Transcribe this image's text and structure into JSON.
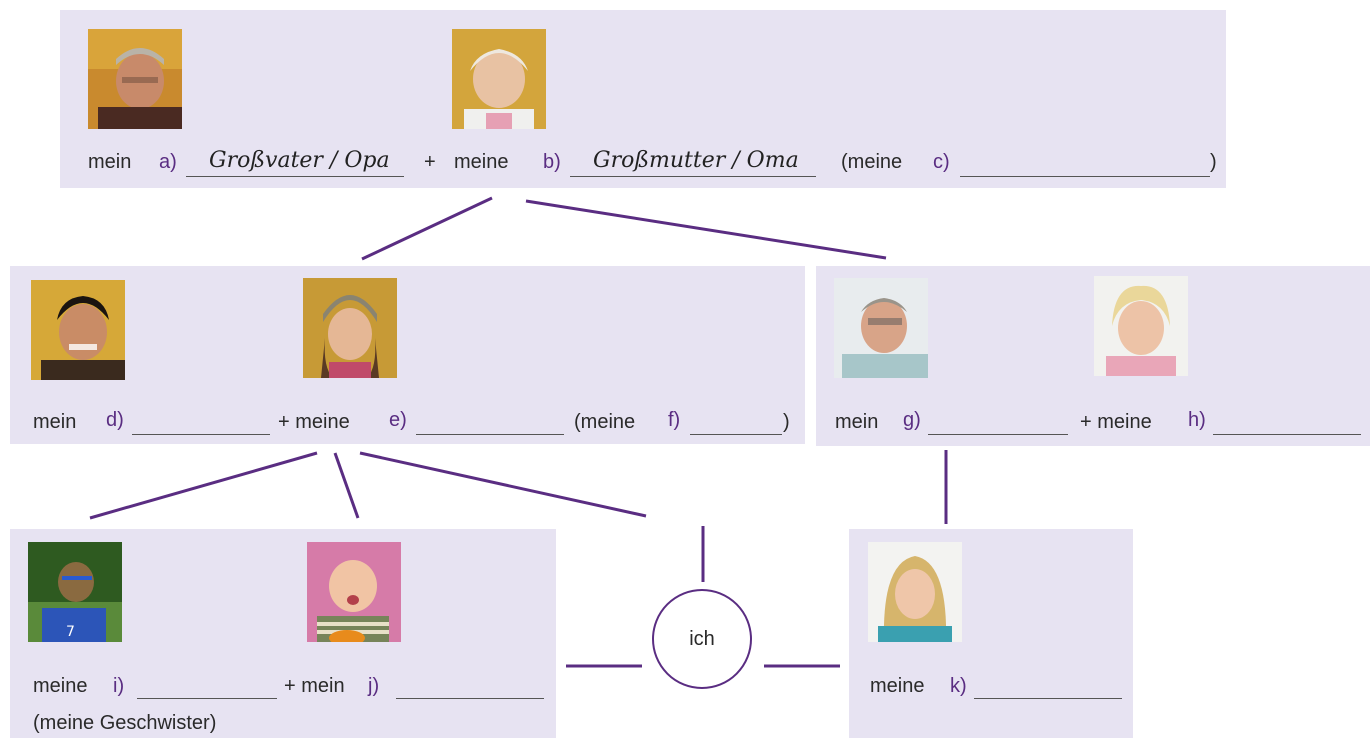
{
  "grandparents1": {
    "mein": "mein",
    "a_label": "a)",
    "a_answer": "Großvater / Opa",
    "plus": "+",
    "meine": "meine",
    "b_label": "b)",
    "b_answer": "Großmutter / Oma",
    "paren_open": "(meine",
    "c_label": "c)",
    "paren_close": ")"
  },
  "parents": {
    "mein": "mein",
    "d_label": "d)",
    "plus_meine": "+ meine",
    "e_label": "e)",
    "paren_open": "(meine",
    "f_label": "f)",
    "paren_close": ")"
  },
  "grandparents2": {
    "mein": "mein",
    "g_label": "g)",
    "plus_meine": "+ meine",
    "h_label": "h)"
  },
  "siblings": {
    "meine": "meine",
    "i_label": "i)",
    "plus_mein": "+ mein",
    "j_label": "j)",
    "note": "(meine Geschwister)"
  },
  "center": {
    "label": "ich"
  },
  "partner": {
    "meine": "meine",
    "k_label": "k)"
  },
  "colors": {
    "panel": "#e7e3f2",
    "accent": "#5a2d82"
  }
}
